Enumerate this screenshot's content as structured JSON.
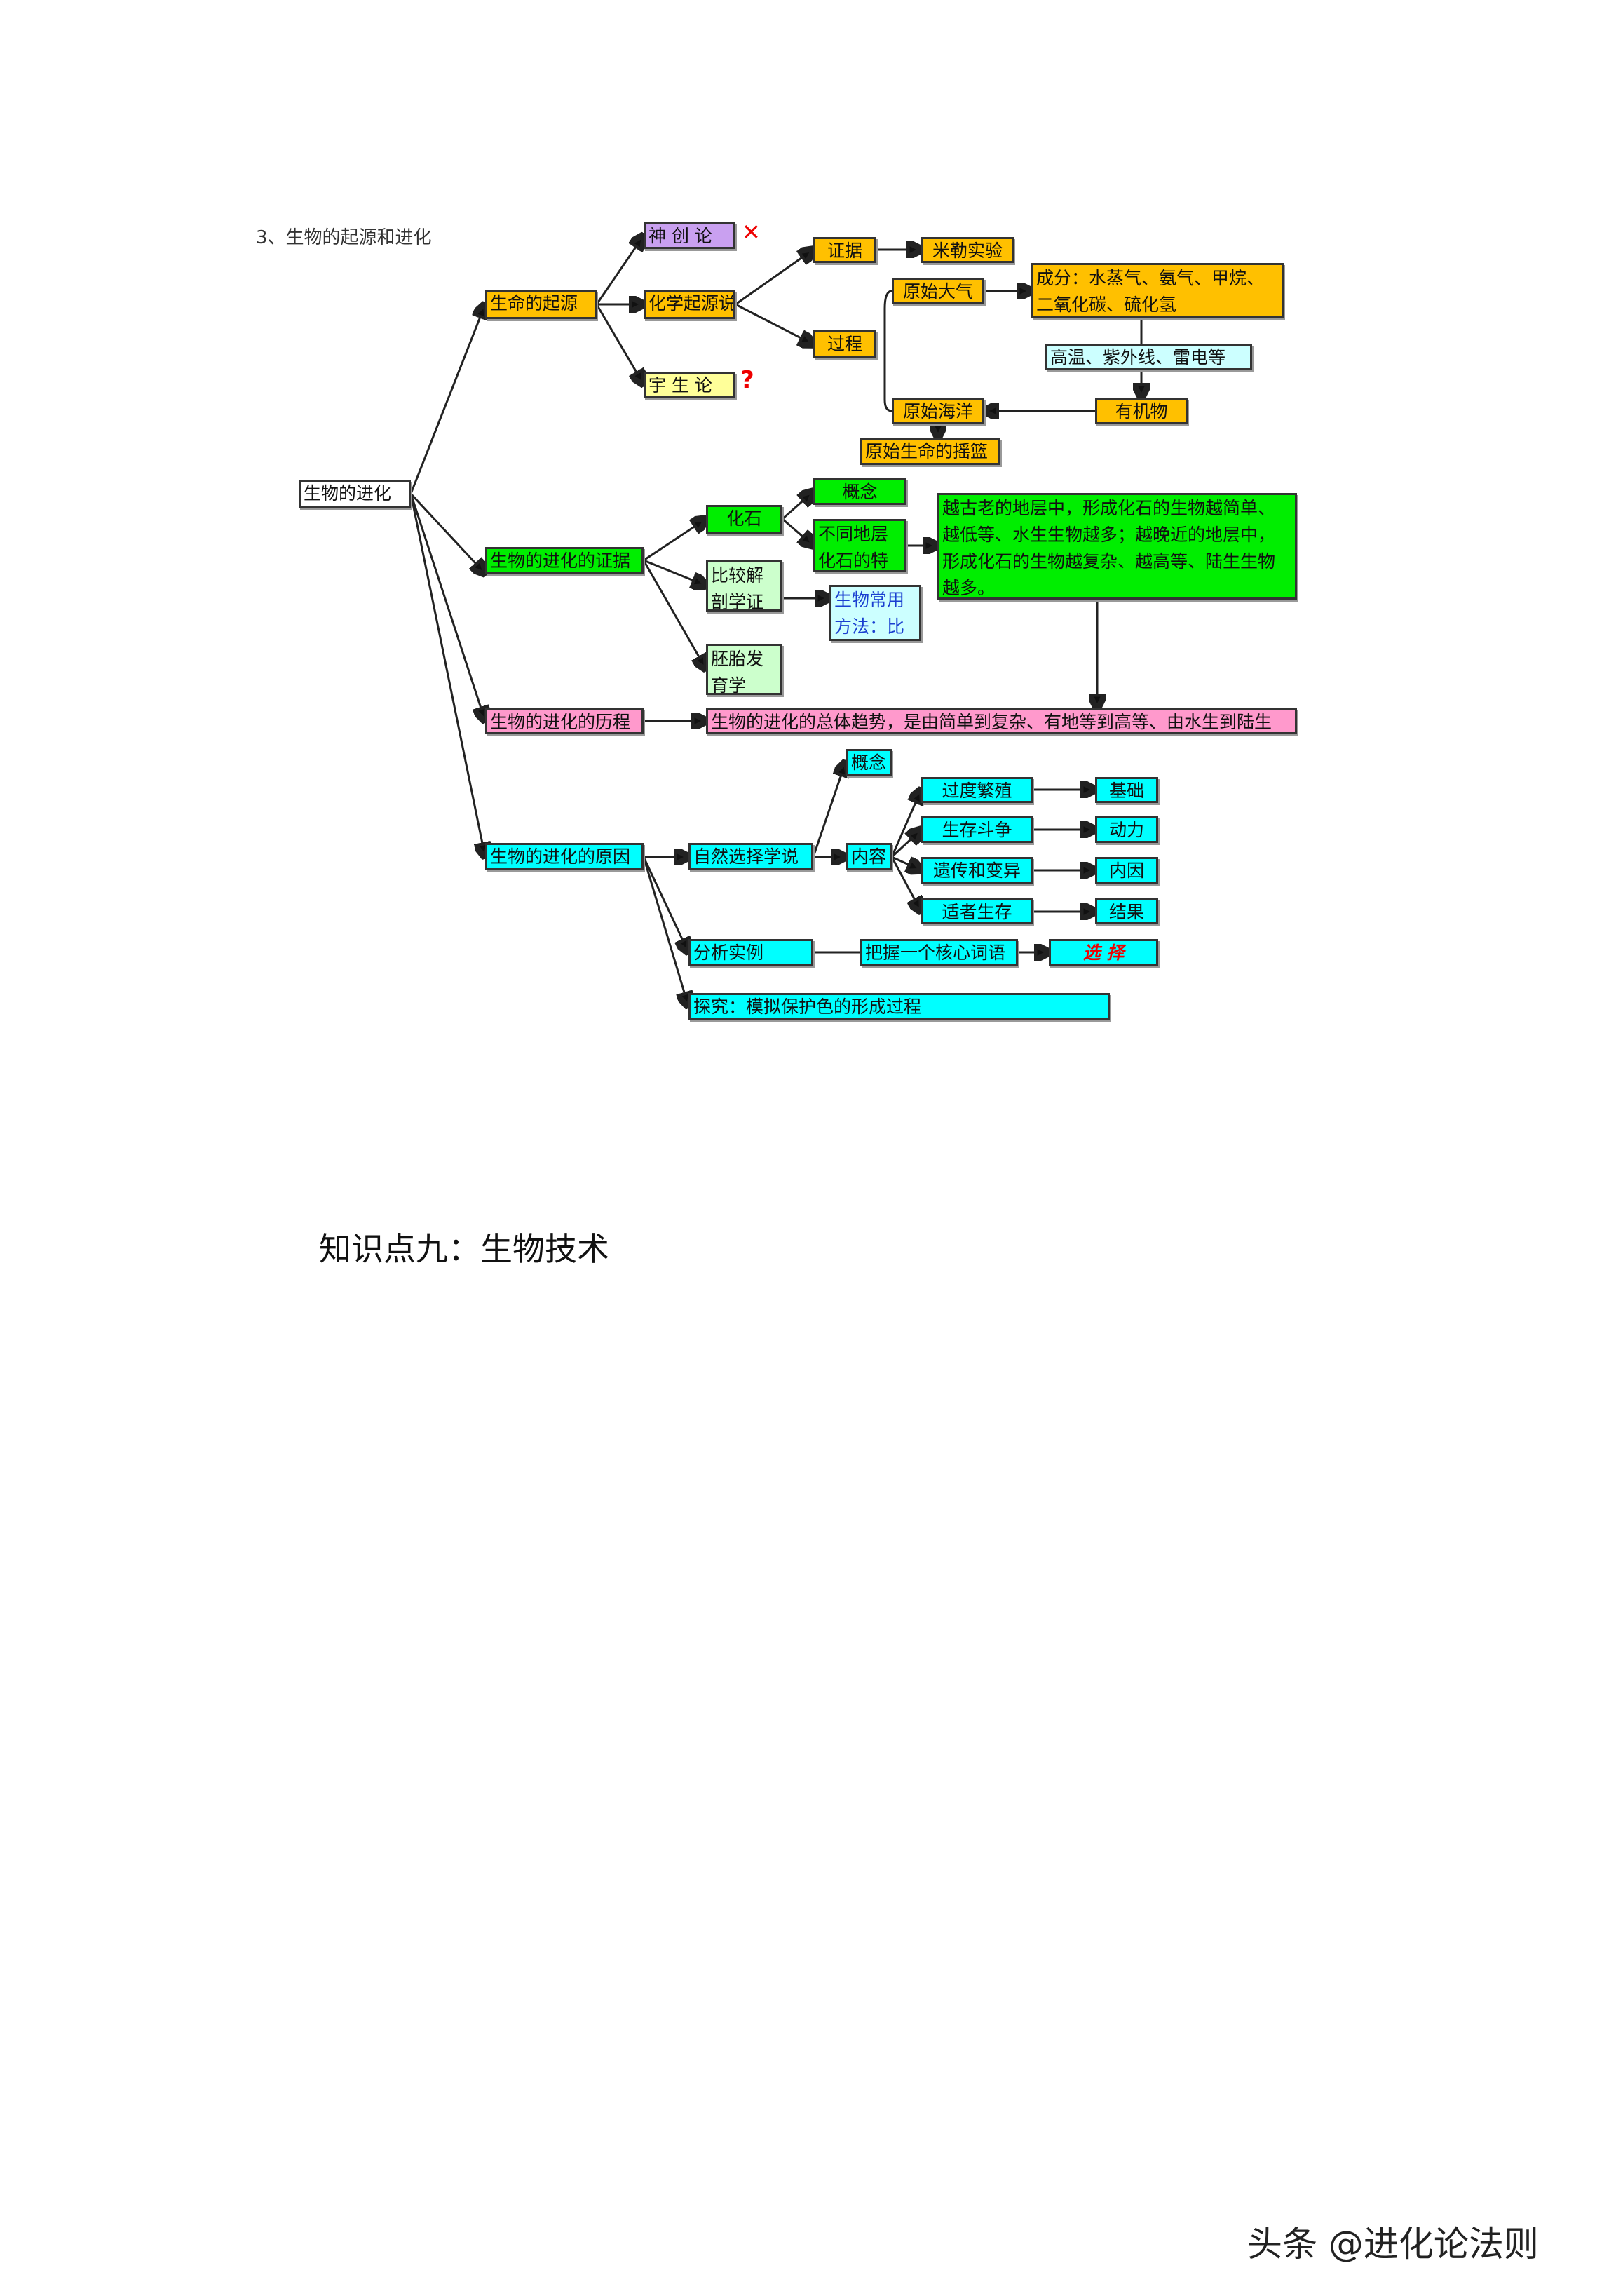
{
  "section_title": "3、生物的起源和进化",
  "root": "生物的进化",
  "origin": {
    "label": "生命的起源",
    "creation": "神 创 论",
    "creation_mark": "✕",
    "chemical": "化学起源说",
    "cosmic": "宇 生 论",
    "cosmic_mark": "?",
    "evidence": "证据",
    "miller": "米勒实验",
    "process": "过程",
    "atmosphere": "原始大气",
    "components": "成分：水蒸气、氨气、甲烷、二氧化碳、硫化氢",
    "conditions": "高温、紫外线、雷电等",
    "organic": "有机物",
    "ocean": "原始海洋",
    "cradle": "原始生命的摇篮"
  },
  "evidence": {
    "label": "生物的进化的证据",
    "fossil": "化石",
    "concept": "概念",
    "strata": "不同地层化石的特点",
    "strata_detail": "越古老的地层中，形成化石的生物越简单、越低等、水生生物越多；越晚近的地层中，形成化石的生物越复杂、越高等、陆生生物越多。",
    "anatomy": "比较解剖学证据",
    "method": "生物常用方法：比较",
    "embryo": "胚胎发育学"
  },
  "history": {
    "label": "生物的进化的历程",
    "trend": "生物的进化的总体趋势，是由简单到复杂、有地等到高等、由水生到陆生"
  },
  "cause": {
    "label": "生物的进化的原因",
    "theory": "自然选择学说",
    "concept": "概念",
    "content": "内容",
    "items": [
      {
        "name": "过度繁殖",
        "role": "基础"
      },
      {
        "name": "生存斗争",
        "role": "动力"
      },
      {
        "name": "遗传和变异",
        "role": "内因"
      },
      {
        "name": "适者生存",
        "role": "结果"
      }
    ],
    "example": "分析实例",
    "keyword_hint": "把握一个核心词语",
    "keyword": "选 择",
    "explore": "探究：模拟保护色的形成过程"
  },
  "heading": "知识点九：生物技术",
  "watermark": "头条 @进化论法则"
}
